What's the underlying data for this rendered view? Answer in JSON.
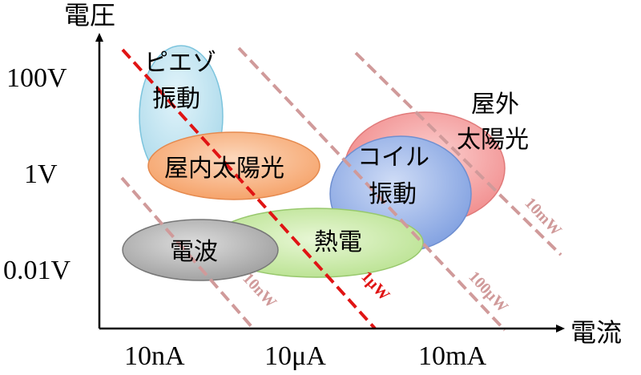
{
  "axes": {
    "y_title": "電圧",
    "x_title": "電流",
    "y_ticks": [
      "100V",
      "1V",
      "0.01V"
    ],
    "x_ticks": [
      "10nA",
      "10μA",
      "10mA"
    ]
  },
  "sources": {
    "piezo_line1": "ピエゾ",
    "piezo_line2": "振動",
    "indoor_solar": "屋内太陽光",
    "outdoor_solar_line1": "屋外",
    "outdoor_solar_line2": "太陽光",
    "coil_line1": "コイル",
    "coil_line2": "振動",
    "radio": "電波",
    "thermal": "熱電"
  },
  "power_lines": {
    "p1": "10nW",
    "p2": "1μW",
    "p3": "100μW",
    "p4": "10mW"
  },
  "colors": {
    "axis": "#000000",
    "power_line": "#d09a9a",
    "power_line_highlight": "#e01414",
    "piezo": "#bfe6f2",
    "indoor_solar": "#f9b98a",
    "outdoor_solar": "#f6a7a7",
    "coil": "#a9c3ef",
    "radio": "#c4c4c4",
    "thermal": "#d3efb4"
  }
}
